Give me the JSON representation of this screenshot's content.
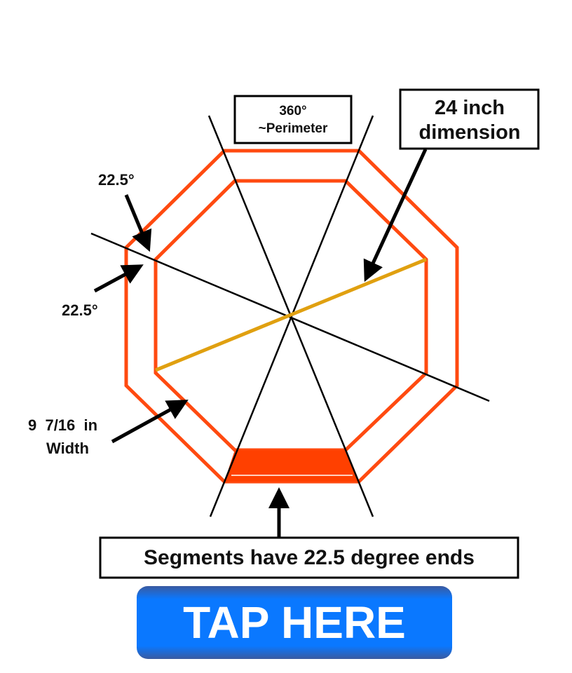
{
  "labels": {
    "perimeter_line1": "360°",
    "perimeter_line2": "~Perimeter",
    "dimension_line1": "24 inch",
    "dimension_line2": "dimension",
    "angle_top": "22.5°",
    "angle_left": "22.5°",
    "width_line1": "9  7/16  in",
    "width_line2": "Width",
    "segments_note": "Segments have 22.5 degree ends"
  },
  "button": {
    "label": "TAP HERE"
  },
  "colors": {
    "octagon": "#ff4a10",
    "diameter": "#e0a010",
    "button": "#0a78ff"
  }
}
